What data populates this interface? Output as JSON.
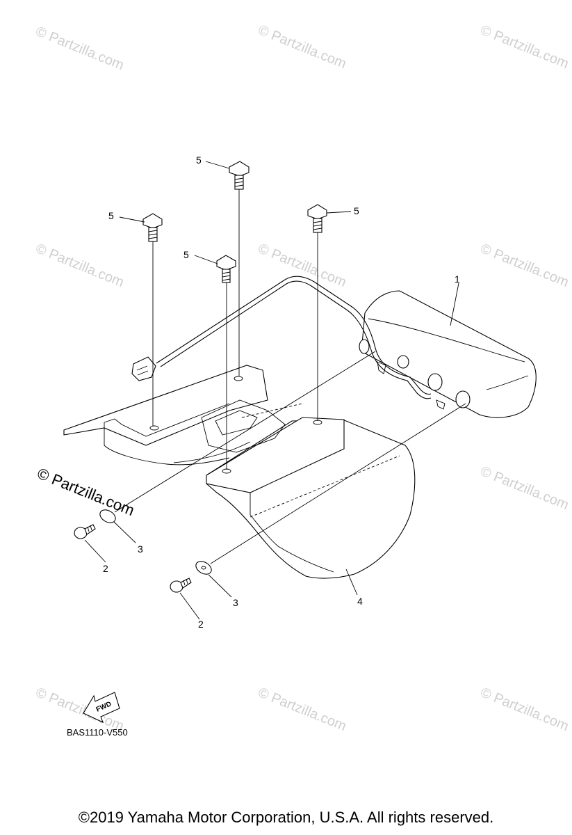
{
  "watermarks": {
    "text": "© Partzilla.com",
    "prominent_text": "© Partzilla.com"
  },
  "callouts": {
    "c1": "1",
    "c2a": "2",
    "c2b": "2",
    "c3a": "3",
    "c3b": "3",
    "c4": "4",
    "c5a": "5",
    "c5b": "5",
    "c5c": "5",
    "c5d": "5"
  },
  "fwd_label": "FWD",
  "diagram_code": "BAS1110-V550",
  "copyright": "©2019  Yamaha Motor Corporation, U.S.A. All rights reserved."
}
